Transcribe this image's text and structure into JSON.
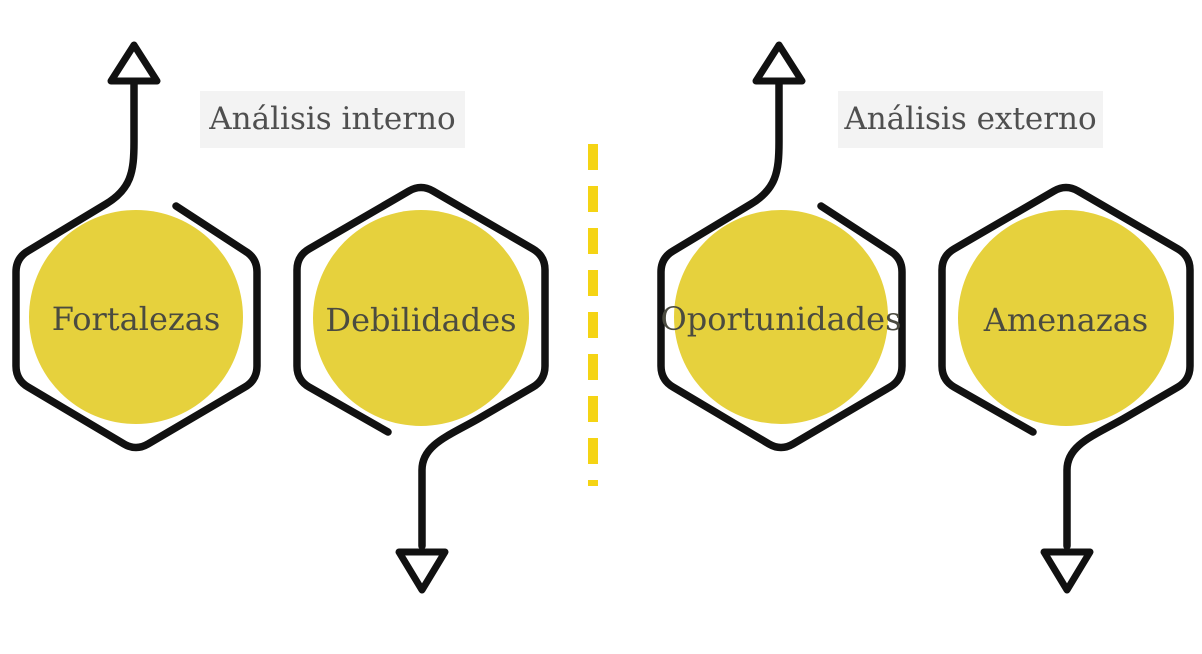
{
  "sections": [
    {
      "id": "internal",
      "header": "Análisis interno",
      "nodes": [
        {
          "label": "Fortalezas",
          "arrow": "up"
        },
        {
          "label": "Debilidades",
          "arrow": "down"
        }
      ]
    },
    {
      "id": "external",
      "header": "Análisis externo",
      "nodes": [
        {
          "label": "Oportunidades",
          "arrow": "up"
        },
        {
          "label": "Amenazas",
          "arrow": "down"
        }
      ]
    }
  ],
  "icons": {
    "up_arrow": "arrow-up-icon",
    "down_arrow": "arrow-down-icon",
    "divider": "dashed-divider-line"
  },
  "colors": {
    "background": "#ffffff",
    "outline": "#111111",
    "node_fill": "#e6d13d",
    "divider": "#f5d414",
    "node_text": "#4b4b40",
    "header_text": "#4f4f4f",
    "header_bg": "#f3f3f3",
    "arrowhead_fill": "#ffffff"
  }
}
